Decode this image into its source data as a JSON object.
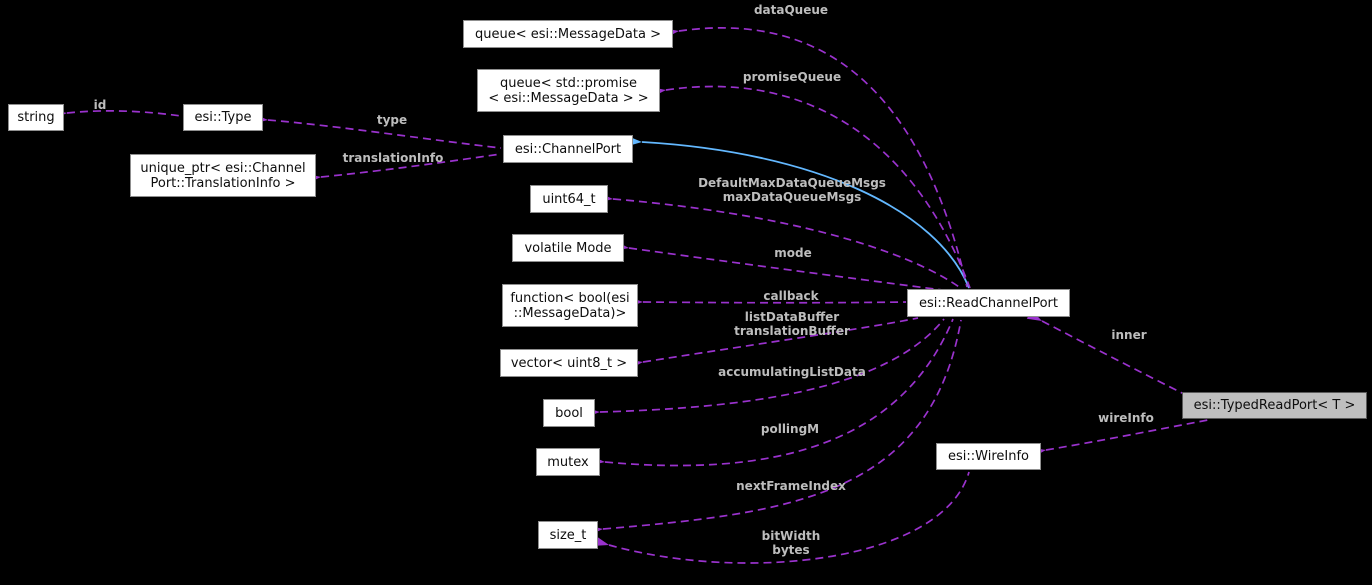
{
  "diagram_type": "doxygen-collaboration-graph",
  "colors": {
    "background": "#000000",
    "member_edge": "#9a32cd",
    "inheritance_edge": "#63b8ff",
    "node_fill": "#ffffff",
    "node_border": "#8f8f8f",
    "highlight_node_fill": "#bfbfbf",
    "edge_label_text": "#bdbdbd",
    "node_text": "#0d0d0d"
  },
  "nodes": {
    "queue_messagedata": {
      "label": "queue< esi::MessageData >"
    },
    "queue_promise": {
      "label": "queue< std::promise\n< esi::MessageData > >"
    },
    "string": {
      "label": "string"
    },
    "esi_type": {
      "label": "esi::Type"
    },
    "esi_channelport": {
      "label": "esi::ChannelPort"
    },
    "unique_ptr_translationinfo": {
      "label": "unique_ptr< esi::Channel\nPort::TranslationInfo >"
    },
    "uint64_t": {
      "label": "uint64_t"
    },
    "volatile_mode": {
      "label": "volatile Mode"
    },
    "function_bool": {
      "label": "function< bool(esi\n::MessageData)>"
    },
    "vector_uint8": {
      "label": "vector< uint8_t >"
    },
    "bool": {
      "label": "bool"
    },
    "mutex": {
      "label": "mutex"
    },
    "size_t": {
      "label": "size_t"
    },
    "esi_readchannelport": {
      "label": "esi::ReadChannelPort"
    },
    "esi_wireinfo": {
      "label": "esi::WireInfo"
    },
    "esi_typedreadport": {
      "label": "esi::TypedReadPort< T >"
    }
  },
  "edge_labels": {
    "data_queue": {
      "text": "dataQueue"
    },
    "promise_queue": {
      "text": "promiseQueue"
    },
    "max_msgs": {
      "text": "DefaultMaxDataQueueMsgs\nmaxDataQueueMsgs"
    },
    "mode": {
      "text": "mode"
    },
    "callback": {
      "text": "callback"
    },
    "list_data_buffer": {
      "text": "listDataBuffer\ntranslationBuffer"
    },
    "accumulating_list_data": {
      "text": "accumulatingListData"
    },
    "polling_m": {
      "text": "pollingM"
    },
    "next_frame_index": {
      "text": "nextFrameIndex"
    },
    "bit_width": {
      "text": "bitWidth\nbytes"
    },
    "inner": {
      "text": "inner"
    },
    "wire_info": {
      "text": "wireInfo"
    },
    "id": {
      "text": "id"
    },
    "type": {
      "text": "type"
    },
    "translation_info": {
      "text": "translationInfo"
    }
  }
}
